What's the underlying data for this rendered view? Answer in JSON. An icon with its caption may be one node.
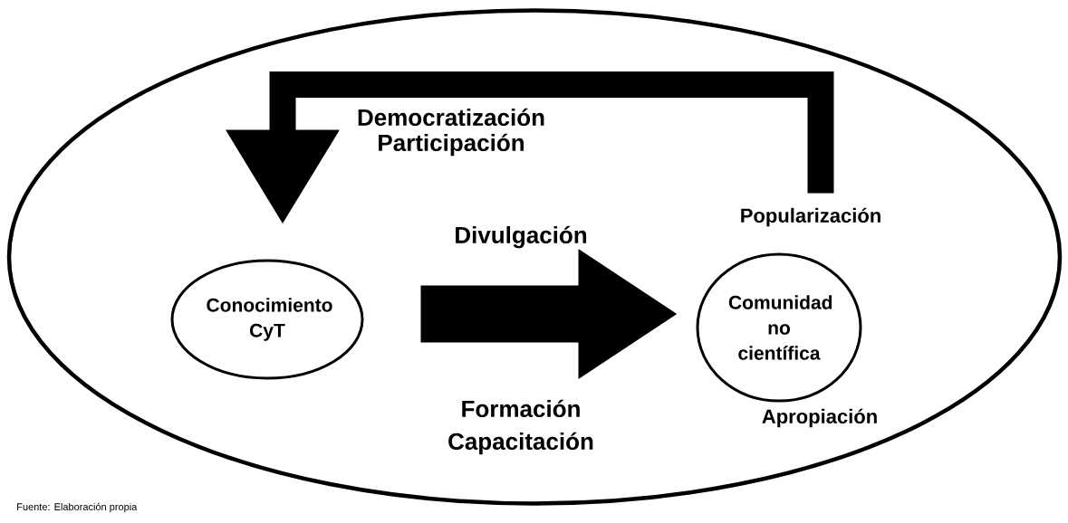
{
  "diagram": {
    "caption": "Fuente: Elaboración propia",
    "nodes": [
      {
        "text": [],
        "shape": "ellipse"
      },
      {
        "text": [
          "Conocimiento CyT"
        ],
        "in": 0
      },
      {
        "text": [
          "Comunidad no científica"
        ],
        "in": 0
      }
    ],
    "edges": [
      {
        "from": 1,
        "to": 2,
        "arrow": "to",
        "style": "thick",
        "label": "Divulgación"
      },
      {
        "from": 2,
        "to": 1,
        "arrow": "to",
        "label": "Democratización Participación"
      }
    ],
    "labels": [
      "Formación Capacitación",
      "Popularización",
      "Apropiación"
    ]
  }
}
